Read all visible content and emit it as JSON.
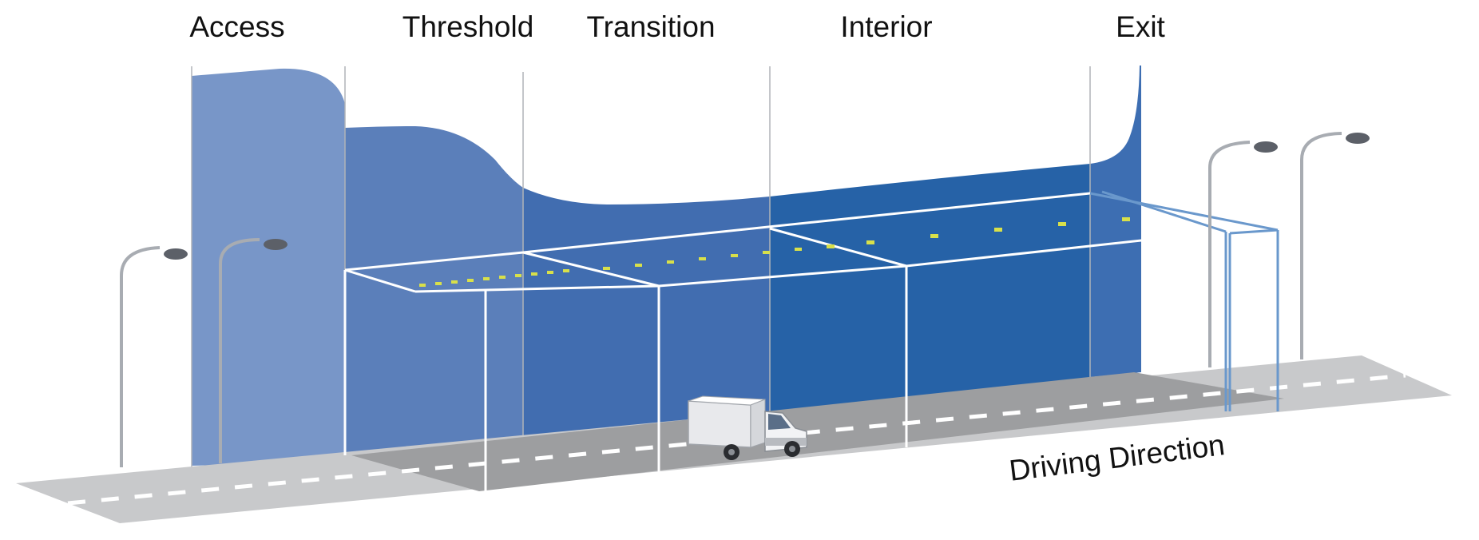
{
  "zones": [
    {
      "label": "Access"
    },
    {
      "label": "Threshold"
    },
    {
      "label": "Transition"
    },
    {
      "label": "Interior"
    },
    {
      "label": "Exit"
    }
  ],
  "direction_label": "Driving Direction",
  "colors": {
    "access": "#7896c8",
    "threshold": "#5b7fba",
    "transition": "#416db0",
    "interior": "#2662a7",
    "exit": "#3d6eb2",
    "road_light": "#c8c9cb",
    "road_dark": "#9d9ea0",
    "tunnel_frame": "#ffffff",
    "exit_frame": "#6a98cc",
    "tunnel_lights": "#d8e04a",
    "zone_divider": "#b0b3b8",
    "lamp_pole": "#a8acb2"
  },
  "icons": {
    "vehicle": "van-icon",
    "lamp": "street-lamp-icon"
  }
}
